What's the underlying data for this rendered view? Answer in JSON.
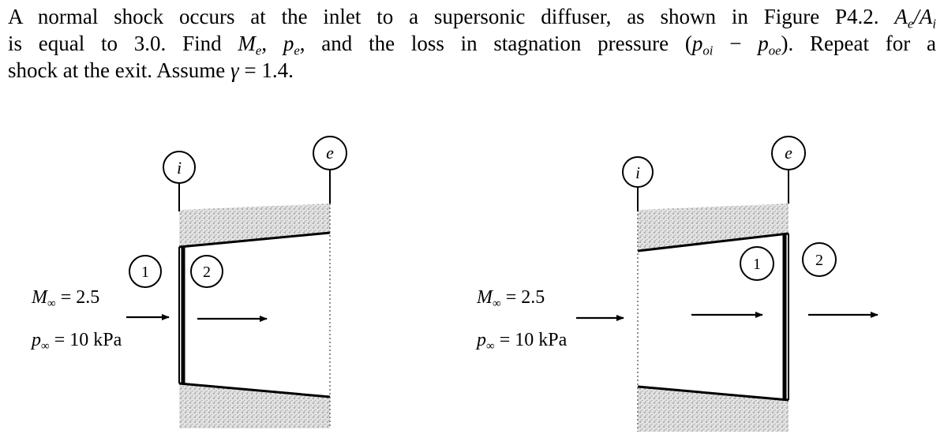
{
  "problem": {
    "line1": {
      "a": "A normal shock occurs at the inlet to a supersonic diffuser, as shown in Figure P4.2. ",
      "ratio_num": "A",
      "ratio_num_sub": "e",
      "slash": "/",
      "ratio_den": "A",
      "ratio_den_sub": "i"
    },
    "line2": {
      "a": "is equal to 3.0. Find ",
      "Me": "M",
      "Me_sub": "e",
      "sep1": ", ",
      "pe": "p",
      "pe_sub": "e",
      "b": ", and the loss in stagnation pressure (",
      "poi": "p",
      "poi_sub": "oi",
      "minus": " − ",
      "poe": "p",
      "poe_sub": "oe",
      "c": "). Repeat for a"
    },
    "line3": {
      "a": "shock at the exit. Assume ",
      "gamma": "γ",
      "eq": " = 1.4."
    }
  },
  "figure": {
    "left": {
      "station_i": "i",
      "station_e": "e",
      "region_1": "1",
      "region_2": "2",
      "mach_sym": "M",
      "mach_sub": "∞",
      "mach_val": " = 2.5",
      "p_sym": "p",
      "p_sub": "∞",
      "p_val": " = 10 kPa"
    },
    "right": {
      "station_i": "i",
      "station_e": "e",
      "region_1": "1",
      "region_2": "2",
      "mach_sym": "M",
      "mach_sub": "∞",
      "mach_val": " = 2.5",
      "p_sym": "p",
      "p_sub": "∞",
      "p_val": " = 10 kPa"
    }
  }
}
